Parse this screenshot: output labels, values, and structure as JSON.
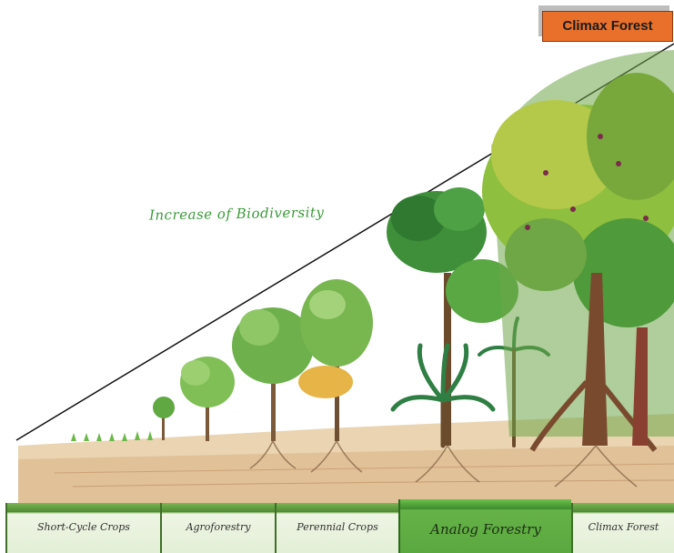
{
  "top_label": "Climax Forest",
  "diagonal_label": "Increase of Biodiversity",
  "stages": [
    {
      "label": "Short-Cycle Crops"
    },
    {
      "label": "Agroforestry"
    },
    {
      "label": "Perennial Crops"
    },
    {
      "label": "Analog Forestry"
    },
    {
      "label": "Climax Forest"
    }
  ],
  "colors": {
    "accent_orange": "#e8702a",
    "label_green": "#3a9a3a",
    "bar_green": "#6fa54a",
    "highlight_green": "#4c9b38"
  },
  "icons": [
    "tree-illustration",
    "palm-illustration",
    "seedling-illustration"
  ]
}
